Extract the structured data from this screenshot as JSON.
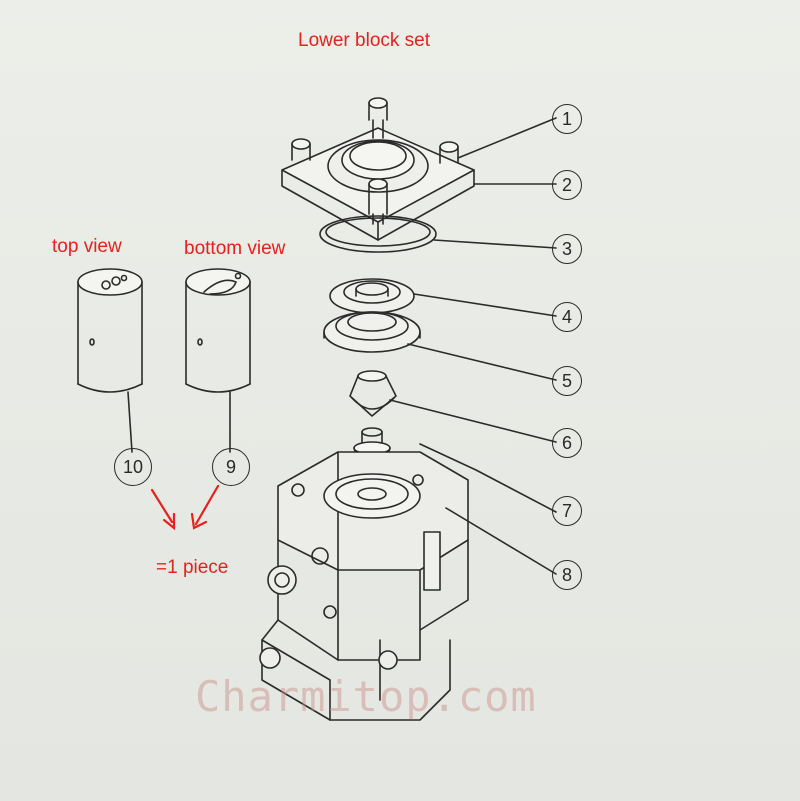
{
  "title": "Lower block set",
  "labels": {
    "top_view": "top view",
    "bottom_view": "bottom view",
    "one_piece": "=1 piece"
  },
  "callouts": [
    "1",
    "2",
    "3",
    "4",
    "5",
    "6",
    "7",
    "8",
    "9",
    "10"
  ],
  "watermark": "Charmitop.com",
  "colors": {
    "annotation": "#e8211c",
    "line": "#2a2a2a",
    "paper": "#e9eae5"
  }
}
